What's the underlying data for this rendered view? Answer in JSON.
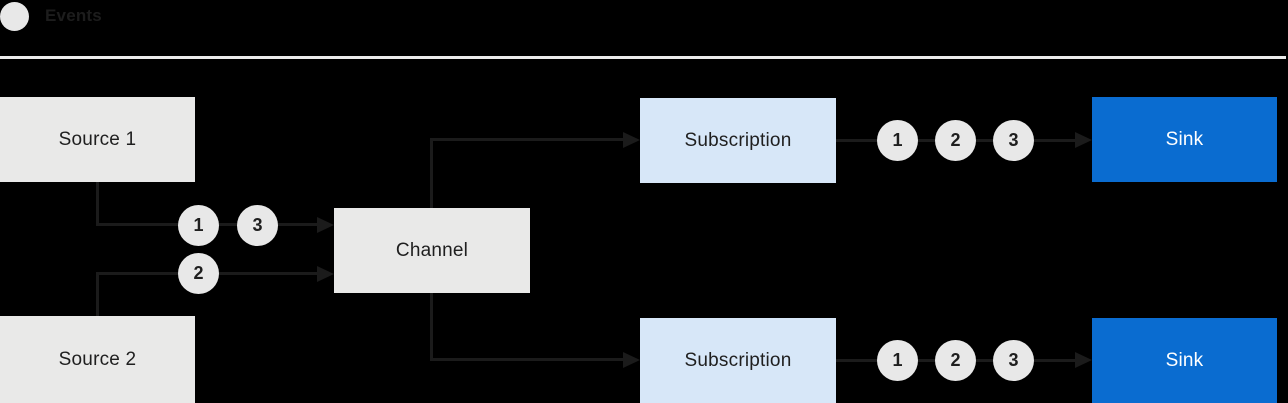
{
  "legend": {
    "label": "Events"
  },
  "colors": {
    "background": "#000000",
    "node_gray": "#e9e9e8",
    "node_light_blue": "#d7e7f8",
    "node_blue": "#0a6cd0",
    "connector_line": "#1b1b1b",
    "event_circle_fill": "#e8e8e8",
    "text_dark": "#1f1f1f",
    "text_white": "#ffffff",
    "divider": "#ebebeb"
  },
  "nodes": {
    "source1": {
      "label": "Source 1"
    },
    "source2": {
      "label": "Source 2"
    },
    "channel": {
      "label": "Channel"
    },
    "subscription_top": {
      "label": "Subscription"
    },
    "subscription_bottom": {
      "label": "Subscription"
    },
    "sink_top": {
      "label": "Sink"
    },
    "sink_bottom": {
      "label": "Sink"
    }
  },
  "event_badges": {
    "source1_to_channel": [
      "1",
      "3"
    ],
    "source2_to_channel": [
      "2"
    ],
    "subscription_top_to_sink": [
      "1",
      "2",
      "3"
    ],
    "subscription_bottom_to_sink": [
      "1",
      "2",
      "3"
    ]
  }
}
